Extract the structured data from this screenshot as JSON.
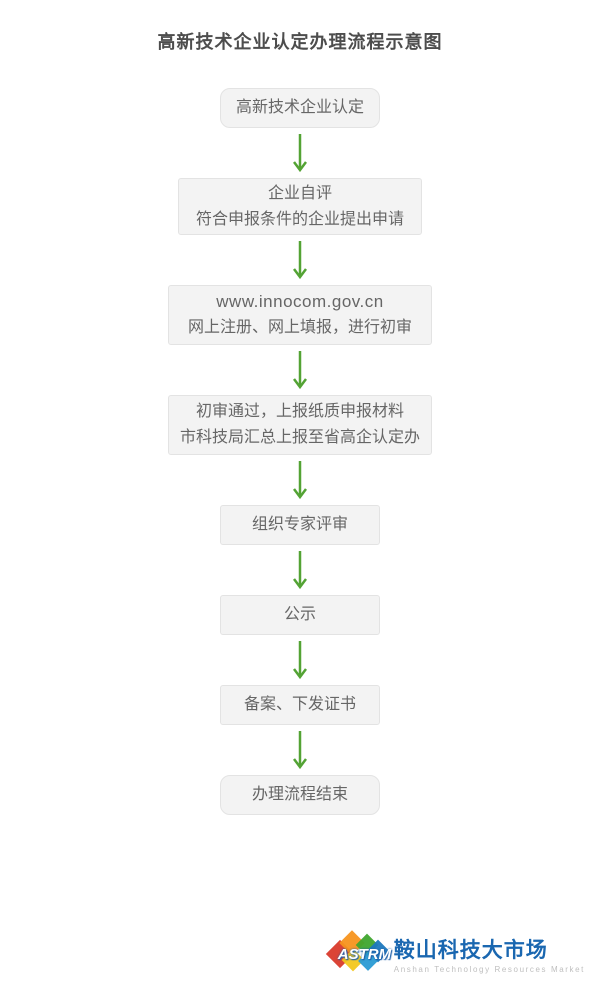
{
  "title": "高新技术企业认定办理流程示意图",
  "flow": {
    "arrow_color": "#53a334",
    "box_bg_color": "#f3f3f3",
    "box_border_color": "#e3e3e3",
    "steps": [
      {
        "lines": [
          "高新技术企业认定"
        ]
      },
      {
        "lines": [
          "企业自评",
          "符合申报条件的企业提出申请"
        ]
      },
      {
        "lines": [
          "www.innocom.gov.cn",
          "网上注册、网上填报，进行初审"
        ]
      },
      {
        "lines": [
          "初审通过，上报纸质申报材料",
          "市科技局汇总上报至省高企认定办"
        ]
      },
      {
        "lines": [
          "组织专家评审"
        ]
      },
      {
        "lines": [
          "公示"
        ]
      },
      {
        "lines": [
          "备案、下发证书"
        ]
      },
      {
        "lines": [
          "办理流程结束"
        ]
      }
    ]
  },
  "logo": {
    "acronym": "ASTRM",
    "name_cn": "鞍山科技大市场",
    "name_en": "Anshan Technology Resources Market",
    "brand_blue": "#1a67b0"
  }
}
